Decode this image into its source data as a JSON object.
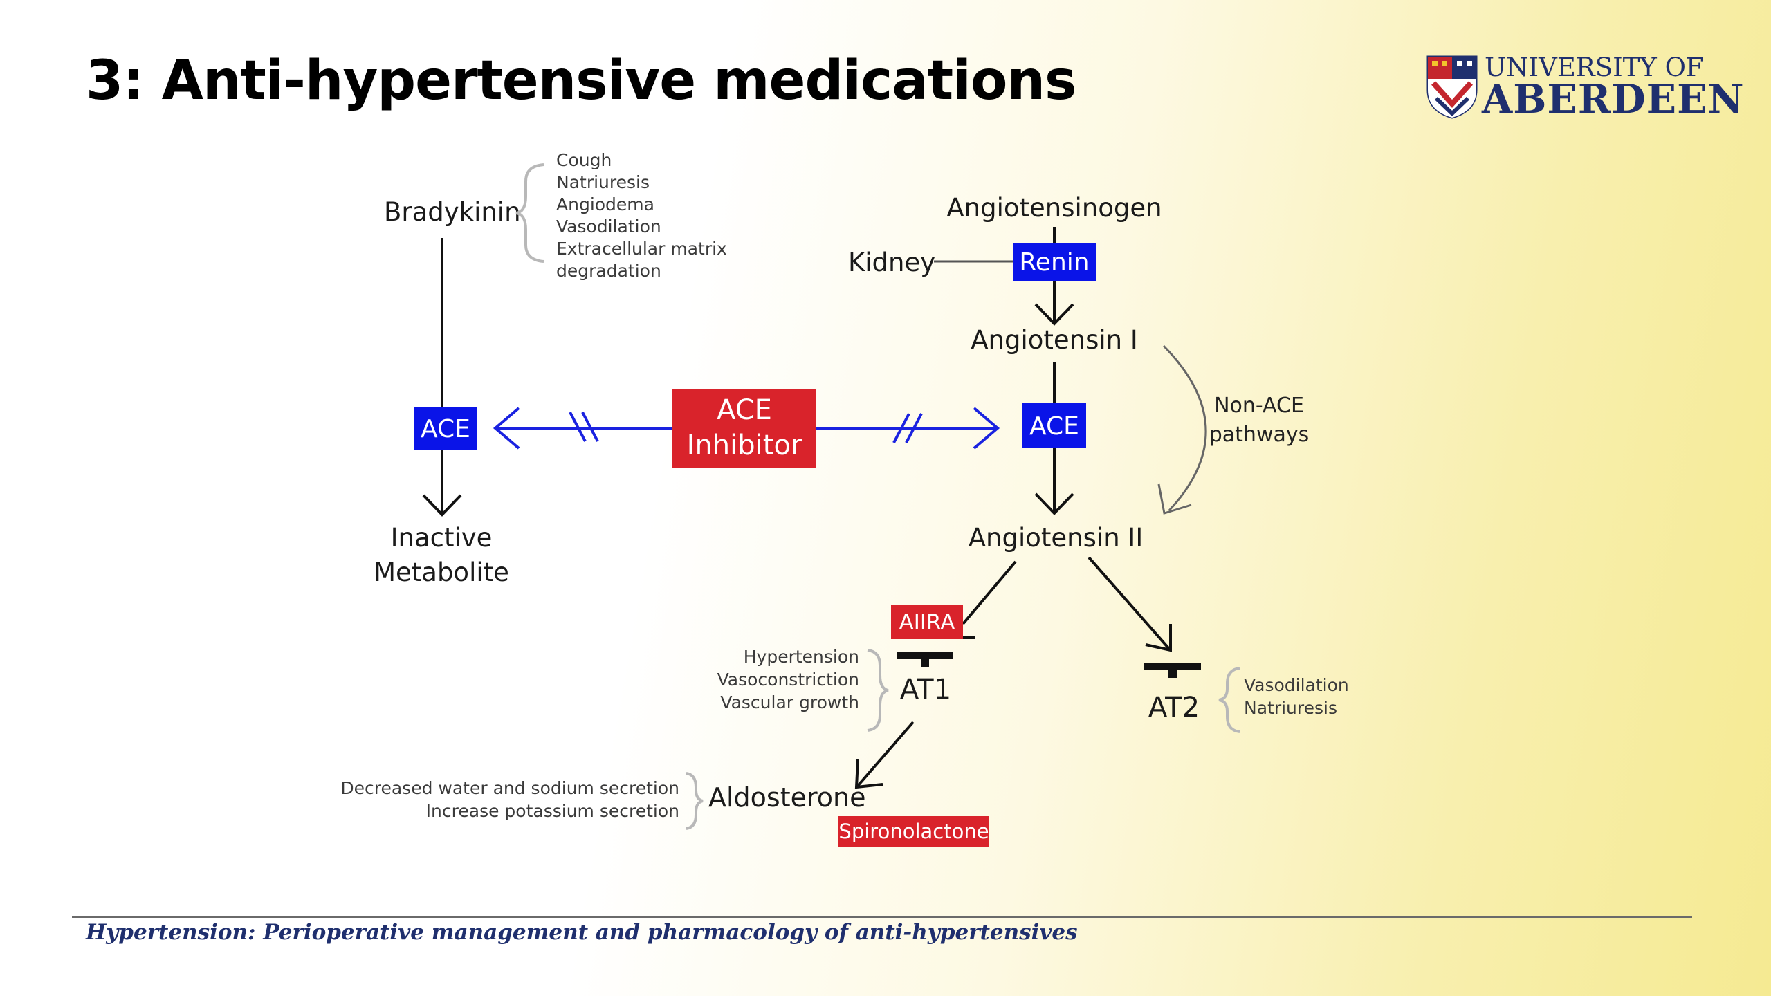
{
  "title": "3: Anti-hypertensive medications",
  "logo": {
    "line1": "UNIVERSITY OF",
    "line2": "ABERDEEN",
    "color": "#1f2f6e"
  },
  "diagram": {
    "bradykinin": "Bradykinin",
    "bradykinin_effects": [
      "Cough",
      "Natriuresis",
      "Angiodema",
      "Vasodilation",
      "Extracellular matrix",
      "degradation"
    ],
    "ace_left": "ACE",
    "inactive_metabolite": [
      "Inactive",
      "Metabolite"
    ],
    "ace_inhibitor": [
      "ACE",
      "Inhibitor"
    ],
    "angiotensinogen": "Angiotensinogen",
    "kidney": "Kidney",
    "renin": "Renin",
    "angiotensin_1": "Angiotensin I",
    "ace_right": "ACE",
    "non_ace": [
      "Non-ACE",
      "pathways"
    ],
    "angiotensin_2": "Angiotensin II",
    "aiira": "AIIRA",
    "at1": "AT1",
    "at1_effects": [
      "Hypertension",
      "Vasoconstriction",
      "Vascular growth"
    ],
    "at2": "AT2",
    "at2_effects": [
      "Vasodilation",
      "Natriuresis"
    ],
    "aldosterone": "Aldosterone",
    "aldosterone_effects": [
      "Decreased water and sodium secretion",
      "Increase potassium secretion"
    ],
    "spironolactone": "Spironolactone"
  },
  "footer": "Hypertension: Perioperative management and pharmacology of anti-hypertensives",
  "colors": {
    "blue_box": "#0a14e8",
    "red_box": "#d9232b",
    "blue_arrow": "#1a22e0"
  }
}
